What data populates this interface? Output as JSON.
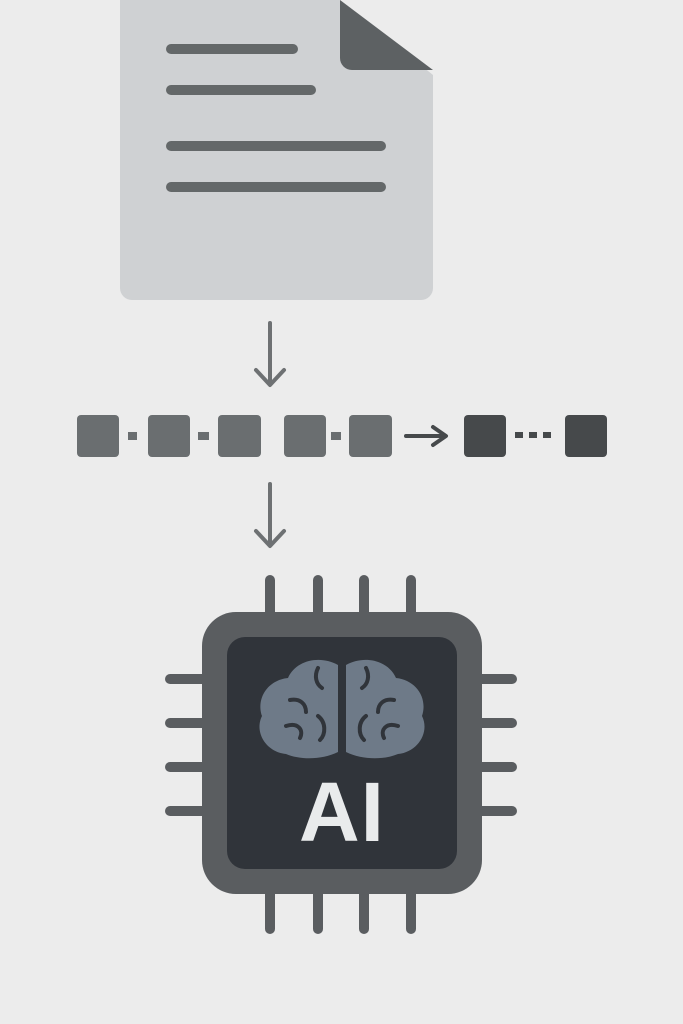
{
  "diagram": {
    "nodes": [
      {
        "id": "document",
        "kind": "document-icon"
      },
      {
        "id": "tokens",
        "kind": "token-sequence-icon",
        "token_count": 7
      },
      {
        "id": "ai-chip",
        "kind": "ai-chip-icon",
        "label": "AI"
      }
    ],
    "edges": [
      {
        "from": "document",
        "to": "tokens"
      },
      {
        "from": "tokens",
        "to": "ai-chip"
      }
    ]
  },
  "colors": {
    "background": "#ececec",
    "document_fill": "#cfd1d3",
    "document_fold": "#5d6163",
    "document_lines": "#646869",
    "arrow": "#6e7173",
    "token_light": "#6a6e70",
    "token_dark": "#46494b",
    "chip_body": "#5a5d60",
    "chip_core": "#30343a",
    "brain": "#6e7a88",
    "ai_text": "#e9ebec"
  }
}
